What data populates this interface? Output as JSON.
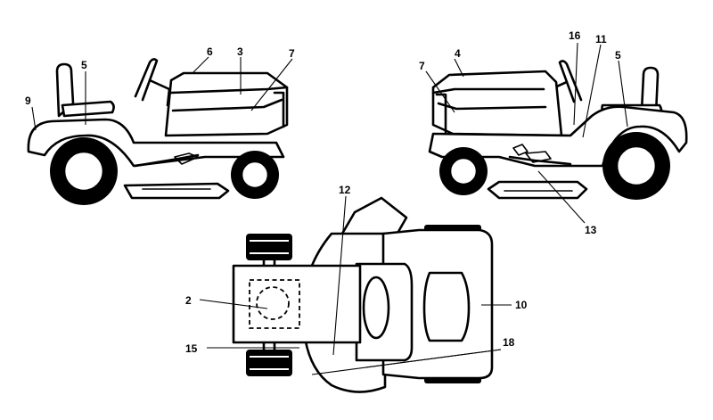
{
  "callouts": {
    "c2": "2",
    "c3": "3",
    "c4": "4",
    "c5l": "5",
    "c5r": "5",
    "c6": "6",
    "c7l": "7",
    "c7r": "7",
    "c9": "9",
    "c10": "10",
    "c11": "11",
    "c12": "12",
    "c13": "13",
    "c15": "15",
    "c16": "16",
    "c18": "18"
  }
}
